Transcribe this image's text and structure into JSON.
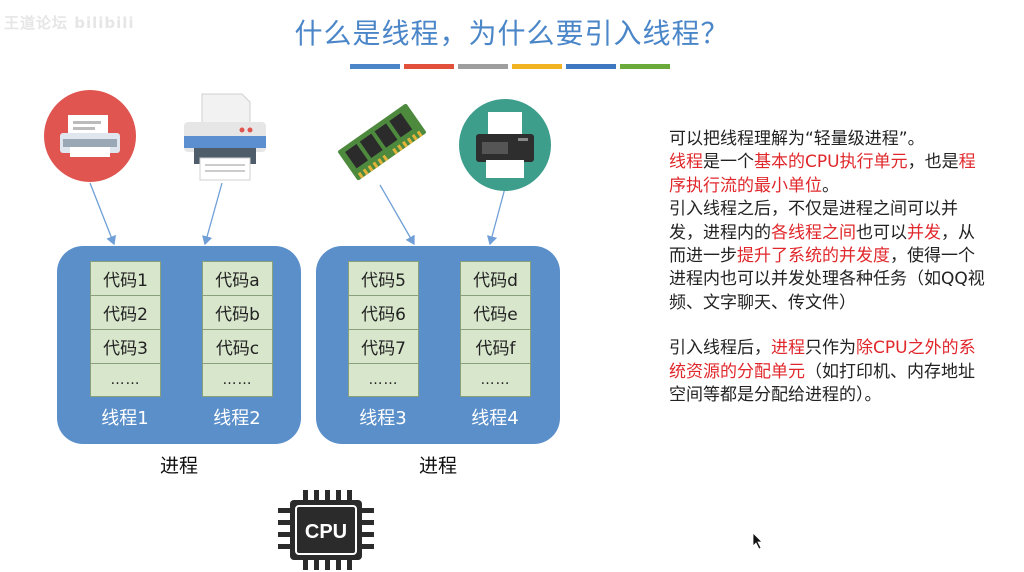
{
  "watermark": "王道论坛 bilibili",
  "title": "什么是线程，为什么要引入线程？",
  "underline_colors": [
    "#4a86c8",
    "#e0503a",
    "#9e9e9e",
    "#f2b322",
    "#3e78c0",
    "#6aaa3a"
  ],
  "processes": [
    {
      "label": "进程",
      "threads": [
        {
          "label": "线程1",
          "cells": [
            "代码1",
            "代码2",
            "代码3",
            "……"
          ]
        },
        {
          "label": "线程2",
          "cells": [
            "代码a",
            "代码b",
            "代码c",
            "……"
          ]
        }
      ]
    },
    {
      "label": "进程",
      "threads": [
        {
          "label": "线程3",
          "cells": [
            "代码5",
            "代码6",
            "代码7",
            "……"
          ]
        },
        {
          "label": "线程4",
          "cells": [
            "代码d",
            "代码e",
            "代码f",
            "……"
          ]
        }
      ]
    }
  ],
  "icons": {
    "printer_red": "printer-icon",
    "printer_gray": "printer-icon",
    "memory": "memory-chip-icon",
    "printer_dark": "printer-icon",
    "cpu": "cpu-icon"
  },
  "cpu_label": "CPU",
  "text": {
    "p1": "可以把线程理解为“轻量级进程”。",
    "p2_a": "线程",
    "p2_b": "是一个",
    "p2_c": "基本的CPU执行单元",
    "p2_d": "，也是",
    "p2_e": "程序执行流的最小单位",
    "p2_f": "。",
    "p3_a": "引入线程之后，不仅是进程之间可以并发，进程内的",
    "p3_b": "各线程之间",
    "p3_c": "也可以",
    "p3_d": "并发",
    "p3_e": "，从而进一步",
    "p3_f": "提升了系统的并发度",
    "p3_g": "，使得一个进程内也可以并发处理各种任务（如QQ视频、文字聊天、传文件）",
    "p4_a": "引入线程后，",
    "p4_b": "进程",
    "p4_c": "只作为",
    "p4_d": "除CPU之外的系统资源的分配单元",
    "p4_e": "（如打印机、内存地址空间等都是分配给进程的）。"
  }
}
